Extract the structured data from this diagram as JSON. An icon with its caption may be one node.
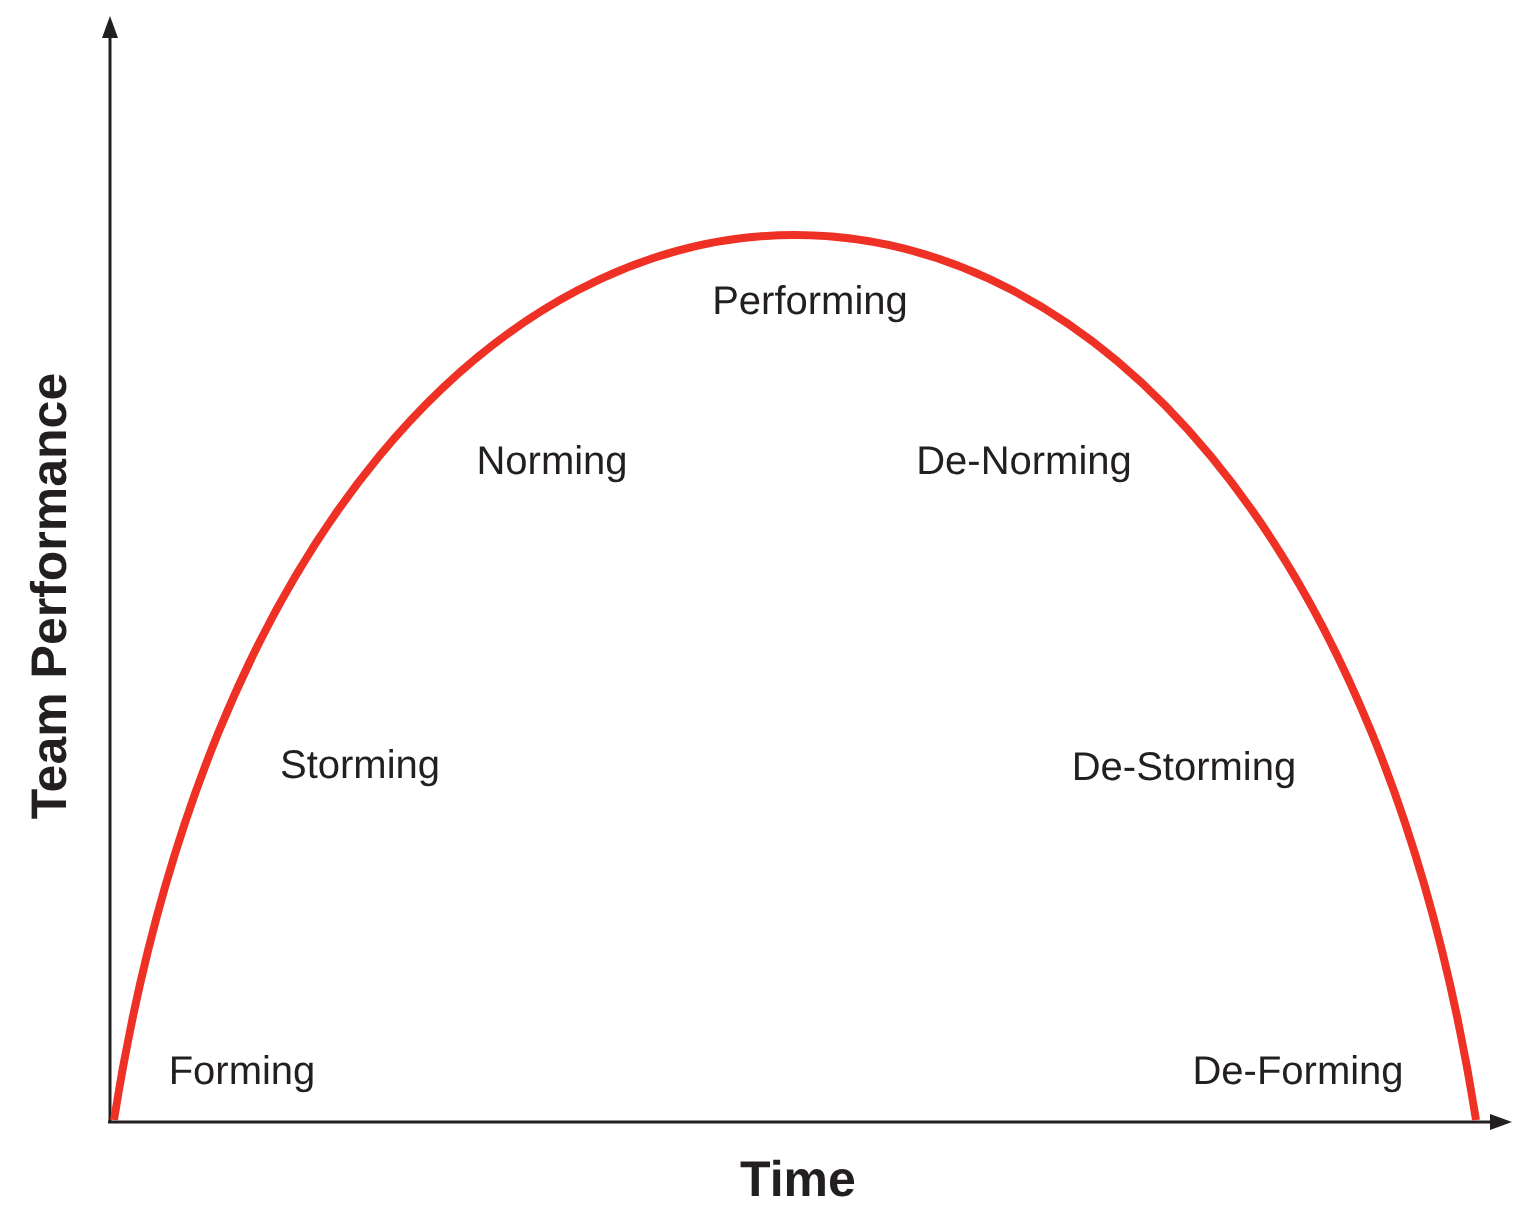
{
  "diagram": {
    "labels": [
      "Performing",
      "Norming",
      "De-Norming",
      "Team Performance",
      "Storming",
      "De-Storming",
      "Forming",
      "De-Forming",
      "Time"
    ]
  }
}
